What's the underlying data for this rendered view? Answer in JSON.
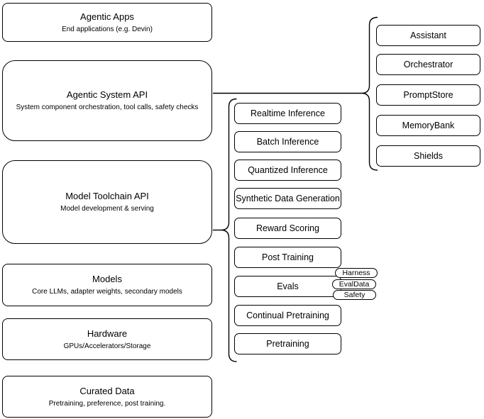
{
  "colors": {
    "background": "#ffffff",
    "stroke": "#000000",
    "text": "#000000"
  },
  "left_stack": [
    {
      "title": "Agentic Apps",
      "subtitle": "End applications (e.g. Devin)"
    },
    {
      "title": "Agentic System API",
      "subtitle": "System component orchestration, tool calls, safety checks"
    },
    {
      "title": "Model Toolchain API",
      "subtitle": "Model development & serving"
    },
    {
      "title": "Models",
      "subtitle": "Core LLMs, adapter weights, secondary models"
    },
    {
      "title": "Hardware",
      "subtitle": "GPUs/Accelerators/Storage"
    },
    {
      "title": "Curated Data",
      "subtitle": "Pretraining, preference, post training."
    }
  ],
  "toolchain_group": {
    "items": [
      "Realtime Inference",
      "Batch Inference",
      "Quantized Inference",
      "Synthetic Data Generation",
      "Reward Scoring",
      "Post Training",
      "Evals",
      "Continual Pretraining",
      "Pretraining"
    ],
    "evals_tags": [
      "Harness",
      "EvalData",
      "Safety"
    ]
  },
  "system_group": {
    "items": [
      "Assistant",
      "Orchestrator",
      "PromptStore",
      "MemoryBank",
      "Shields"
    ]
  }
}
